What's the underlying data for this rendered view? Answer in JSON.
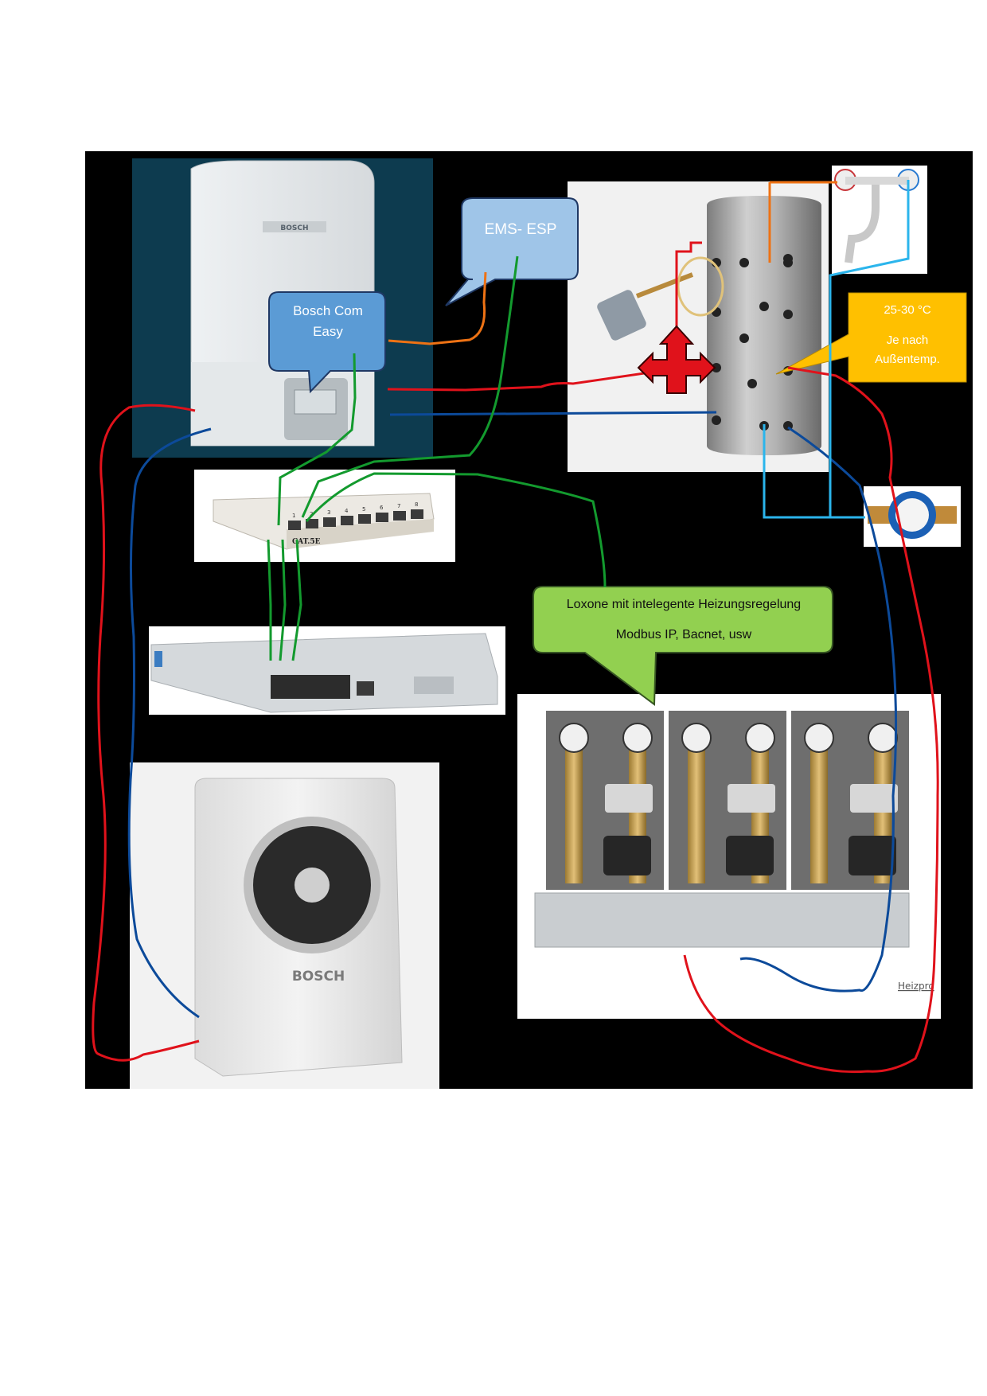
{
  "callouts": {
    "ems_esp": "EMS- ESP",
    "bosch_com_line1": "Bosch Com",
    "bosch_com_line2": "Easy",
    "temp_line1": "25-30 °C",
    "temp_line2": "Je nach",
    "temp_line3": "Außentemp.",
    "loxone_line1": "Loxone mit intelegente Heizungsregelung",
    "loxone_line2": "Modbus IP, Bacnet, usw"
  },
  "device_labels": {
    "boiler_brand": "BOSCH",
    "heatpump_brand": "BOSCH",
    "patchpanel_label": "CAT.5E",
    "patch_ports": [
      "1",
      "2",
      "3",
      "4",
      "5",
      "6",
      "7",
      "8"
    ],
    "heizpr": "Heizpro"
  },
  "colors": {
    "background_panel": "#000000",
    "supply_red": "#e0121b",
    "return_blue": "#0c4a9a",
    "cable_orange": "#ee7214",
    "network_green": "#139a2e",
    "cold_water_cyan": "#2bb5ec",
    "callout_blue": "#5a9bd5",
    "callout_lightblue": "#9fc5e8",
    "callout_yellow": "#ffc000",
    "callout_green": "#92d050"
  }
}
